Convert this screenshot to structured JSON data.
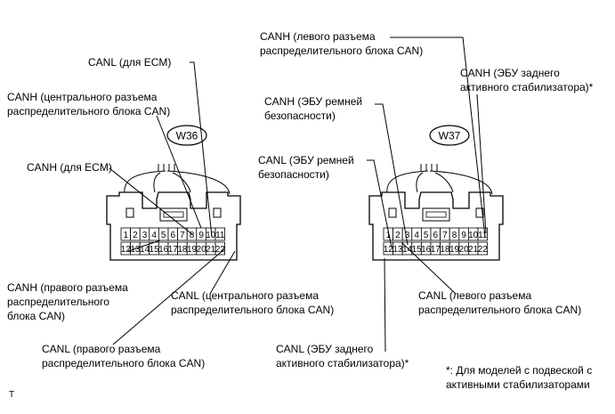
{
  "connectors": [
    {
      "id": "W36",
      "pins_top": [
        "1",
        "2",
        "3",
        "4",
        "5",
        "6",
        "7",
        "8",
        "9",
        "10",
        "11"
      ],
      "pins_bottom": [
        "12",
        "13",
        "14",
        "15",
        "16",
        "17",
        "18",
        "19",
        "20",
        "21",
        "22"
      ]
    },
    {
      "id": "W37",
      "pins_top": [
        "1",
        "2",
        "3",
        "4",
        "5",
        "6",
        "7",
        "8",
        "9",
        "10",
        "11"
      ],
      "pins_bottom": [
        "12",
        "13",
        "14",
        "15",
        "16",
        "17",
        "18",
        "19",
        "20",
        "21",
        "22"
      ]
    }
  ],
  "labels": {
    "w36_canl_ecm": "CANL (для ECM)",
    "w36_canh_central": "CANH (центрального разъема\nраспределительного блока CAN)",
    "w36_canh_ecm": "CANH (для ECM)",
    "w36_canh_right": "CANH (правого разъема\nраспределительного\nблока CAN)",
    "w36_canl_central": "CANL (центрального разъема\nраспределительного блока CAN)",
    "w36_canl_right": "CANL (правого разъема\nраспределительного блока CAN)",
    "w37_canh_left": "CANH (левого разъема\nраспределительного блока CAN)",
    "w37_canh_rear_stab": "CANH (ЭБУ заднего\nактивного стабилизатора)*",
    "w37_canh_belt": "CANH (ЭБУ ремней\nбезопасности)",
    "w37_canl_belt": "CANL (ЭБУ ремней\nбезопасности)",
    "w37_canl_left": "CANL (левого разъема\nраспределительного блока CAN)",
    "w37_canl_rear_stab": "CANL (ЭБУ заднего\nактивного стабилизатора)*",
    "footnote": "*: Для моделей с подвеской с\nактивными стабилизаторами",
    "corner_mark": "T"
  }
}
